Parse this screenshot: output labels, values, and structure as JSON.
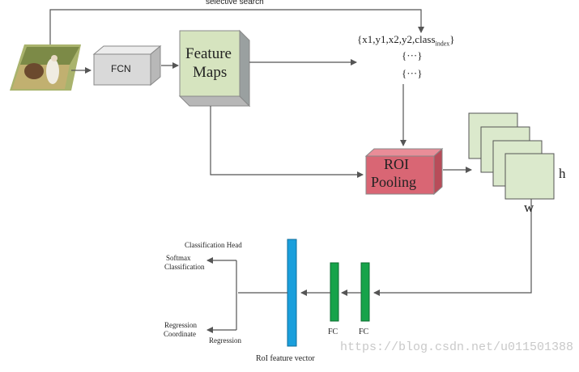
{
  "diagram": {
    "top_arrow_label": "selective search",
    "fcn_label": "FCN",
    "feature_maps_label_1": "Feature",
    "feature_maps_label_2": "Maps",
    "coords_main": "{x1,y1,x2,y2,class",
    "coords_sub": "index",
    "coords_close": "}",
    "coords_dots_1": "{···}",
    "coords_dots_2": "{···}",
    "roi_label_1": "ROI",
    "roi_label_2": "Pooling",
    "dim_h": "h",
    "dim_w": "w",
    "classification_head": "Classification Head",
    "softmax_1": "Softmax",
    "softmax_2": "Classification",
    "regression_1": "Regression",
    "regression_2": "Coordinate",
    "regression_label": "Regression",
    "fc_1": "FC",
    "fc_2": "FC",
    "roi_vector": "RoI feature vector",
    "watermark": "https://blog.csdn.net/u011501388"
  },
  "colors": {
    "fcn_box": "#d9d9d9",
    "feature_maps_box": "#d6e4bf",
    "roi_box": "#d96674",
    "feature_square": "#dbe9cc",
    "fc_bar": "#17a34a",
    "vector_bar": "#1a9fdc",
    "arrow": "#555555"
  }
}
